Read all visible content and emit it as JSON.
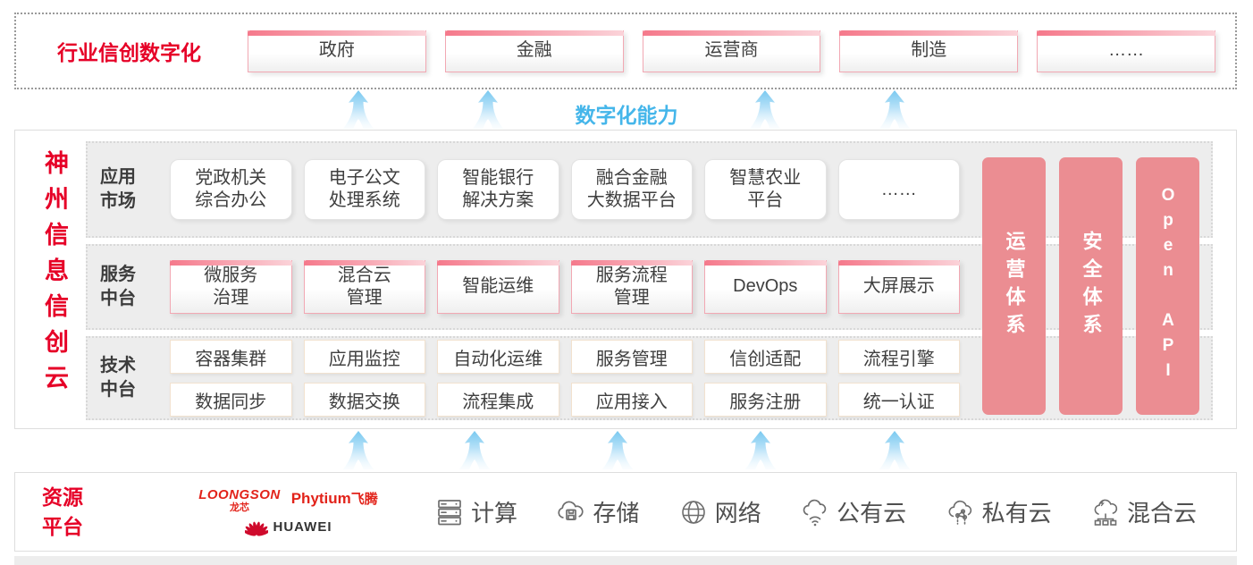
{
  "colors": {
    "accent_red": "#e60027",
    "pink_bar": "#eb8d92",
    "capability_blue": "#45b6ea",
    "logo_red": "#e2231a"
  },
  "top_banner": {
    "title": "行业信创数字化",
    "industries": [
      "政府",
      "金融",
      "运营商",
      "制造",
      "……"
    ]
  },
  "capability_label": "数字化能力",
  "platform": {
    "vertical_title": "神州信息信创云",
    "app_market": {
      "label": "应用\n市场",
      "items": [
        "党政机关\n综合办公",
        "电子公文\n处理系统",
        "智能银行\n解决方案",
        "融合金融\n大数据平台",
        "智慧农业\n平台",
        "……"
      ]
    },
    "service_middle": {
      "label": "服务\n中台",
      "items": [
        "微服务\n治理",
        "混合云\n管理",
        "智能运维",
        "服务流程\n管理",
        "DevOps",
        "大屏展示"
      ]
    },
    "tech_middle": {
      "label": "技术\n中台",
      "row1": [
        "容器集群",
        "应用监控",
        "自动化运维",
        "服务管理",
        "信创适配",
        "流程引擎"
      ],
      "row2": [
        "数据同步",
        "数据交换",
        "流程集成",
        "应用接入",
        "服务注册",
        "统一认证"
      ]
    },
    "side_bars": [
      "运营体系",
      "安全体系",
      "Open API"
    ]
  },
  "resources": {
    "label": "资源\n平台",
    "vendors": {
      "loongson": "LOONGSON",
      "loongson_cn": "龙芯",
      "phytium": "Phytium",
      "phytium_cn": "飞腾",
      "huawei": "HUAWEI"
    },
    "items": [
      {
        "icon": "server-icon",
        "label": "计算"
      },
      {
        "icon": "storage-cloud-icon",
        "label": "存储"
      },
      {
        "icon": "network-globe-icon",
        "label": "网络"
      },
      {
        "icon": "public-cloud-icon",
        "label": "公有云"
      },
      {
        "icon": "private-cloud-icon",
        "label": "私有云"
      },
      {
        "icon": "hybrid-cloud-icon",
        "label": "混合云"
      }
    ]
  }
}
